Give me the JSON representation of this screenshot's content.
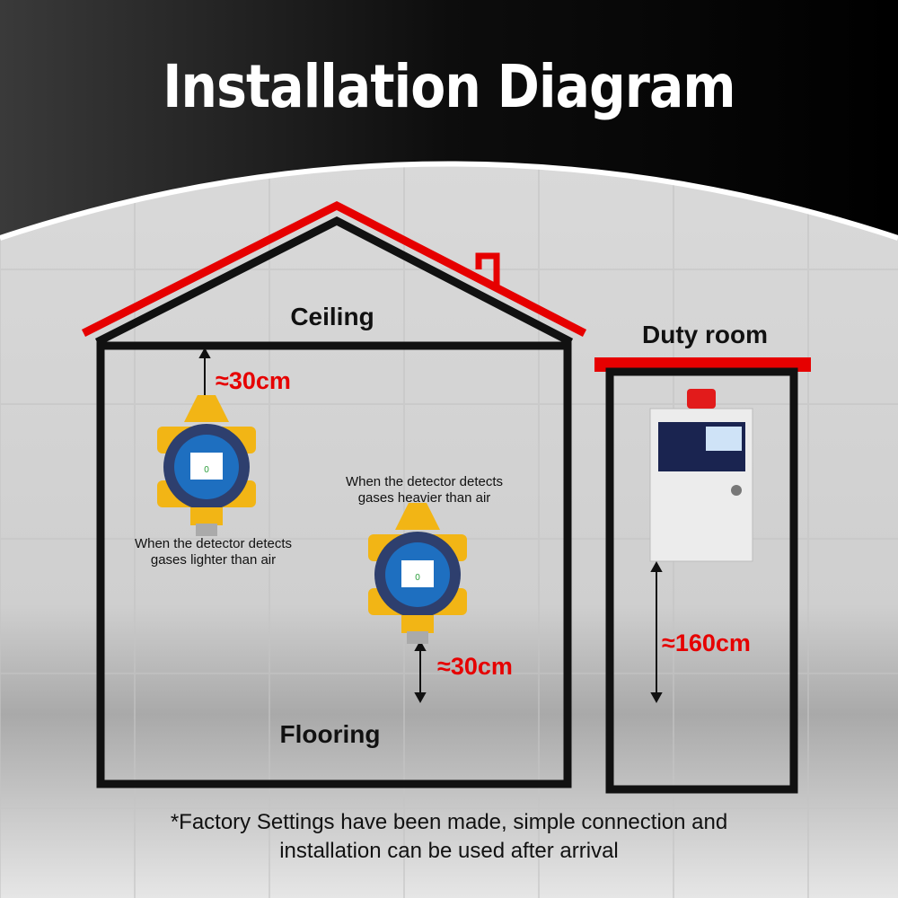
{
  "title": "Installation Diagram",
  "house": {
    "ceiling_label": "Ceiling",
    "flooring_label": "Flooring",
    "ceiling_distance": "≈30cm",
    "floor_distance": "≈30cm",
    "lighter_note": "When the detector detects gases lighter than air",
    "heavier_note": "When the detector detects gases heavier than air"
  },
  "duty_room": {
    "label": "Duty room",
    "height": "≈160cm"
  },
  "footer": "*Factory Settings have been made, simple connection and installation can be used after arrival",
  "colors": {
    "accent": "#e60000",
    "detector": "#f2b515",
    "detector_ring": "#2e3f6e"
  }
}
